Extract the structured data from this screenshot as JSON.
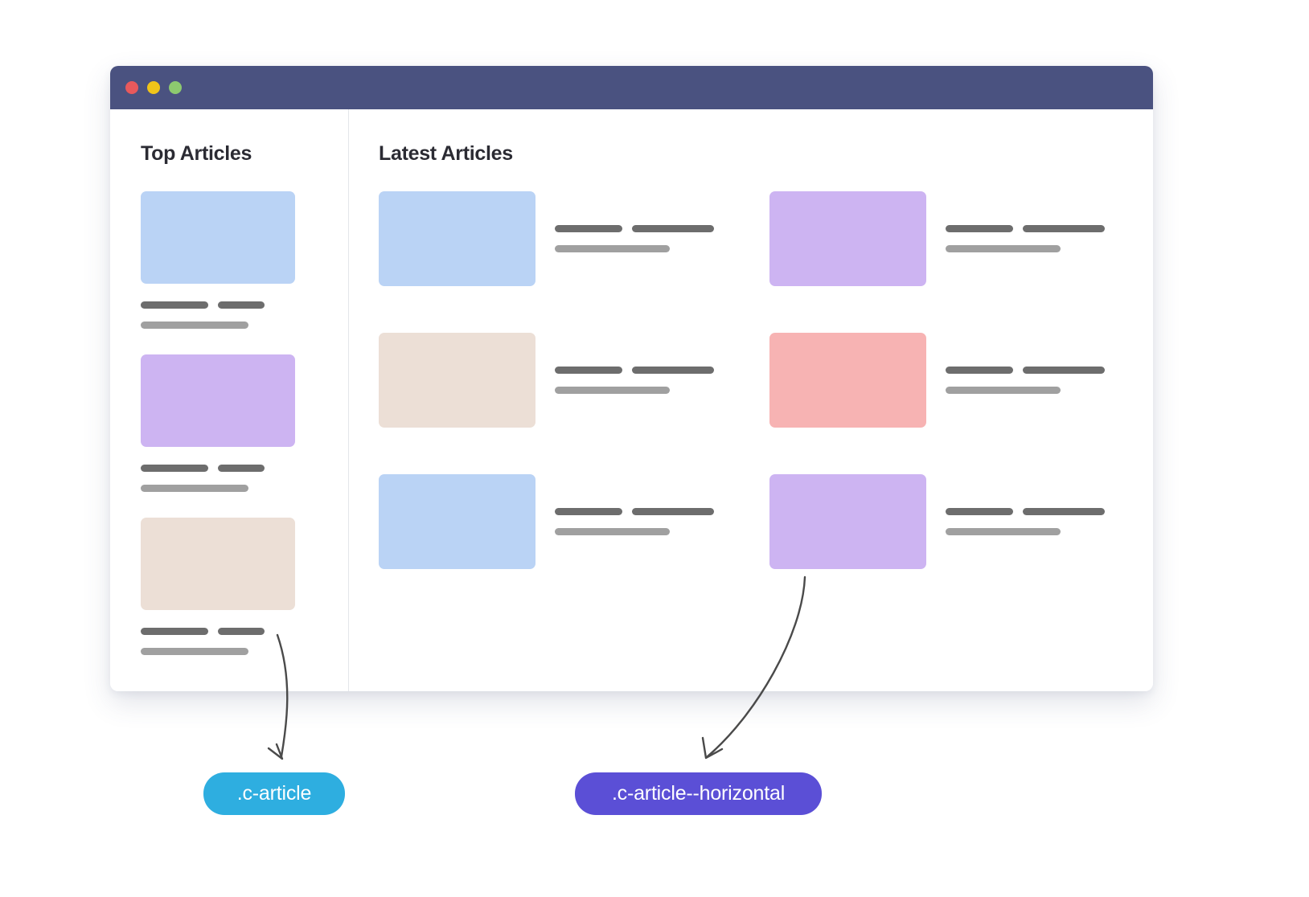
{
  "window": {
    "titlebar": {
      "background": "#4a5280",
      "buttons": [
        {
          "name": "close",
          "color": "#e8595c"
        },
        {
          "name": "minimize",
          "color": "#f0c419"
        },
        {
          "name": "maximize",
          "color": "#8dc96f"
        }
      ]
    }
  },
  "sidebar": {
    "title": "Top Articles",
    "articles": [
      {
        "thumb_color": "#bad3f5",
        "bars": {
          "title_a": "",
          "title_b": "",
          "meta": ""
        }
      },
      {
        "thumb_color": "#cdb4f2",
        "bars": {
          "title_a": "",
          "title_b": "",
          "meta": ""
        }
      },
      {
        "thumb_color": "#ecdfd6",
        "bars": {
          "title_a": "",
          "title_b": "",
          "meta": ""
        }
      }
    ]
  },
  "main": {
    "title": "Latest Articles",
    "articles": [
      {
        "thumb_color": "#bad3f5"
      },
      {
        "thumb_color": "#cdb4f2"
      },
      {
        "thumb_color": "#ecdfd6"
      },
      {
        "thumb_color": "#f7b3b3"
      },
      {
        "thumb_color": "#bad3f5"
      },
      {
        "thumb_color": "#cdb4f2"
      }
    ]
  },
  "callouts": [
    {
      "label": ".c-article",
      "color": "#2eaee0"
    },
    {
      "label": ".c-article--horizontal",
      "color": "#5b4fd6"
    }
  ],
  "colors": {
    "titlebar": "#4a5280",
    "skeleton_title": "#6d6d6d",
    "skeleton_meta": "#a0a0a0",
    "divider": "#e4e6ea",
    "heading": "#2b2b33",
    "arrow": "#4a4a4a"
  }
}
